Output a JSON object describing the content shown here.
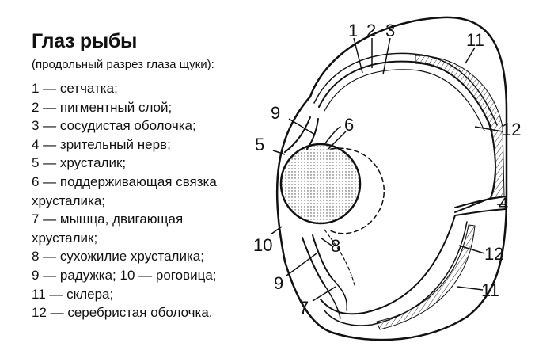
{
  "legend": {
    "title": "Глаз рыбы",
    "subtitle": "(продольный разрез глаза щуки):",
    "items": [
      "1 — сетчатка;",
      "2 — пигментный слой;",
      "3 — сосудистая оболочка;",
      "4 — зрительный нерв;",
      "5 — хрусталик;",
      "6 — поддерживающая связка",
      "хрусталика;",
      "7 — мышца, двигающая",
      "хрусталик;",
      "8 — сухожилие хрусталика;",
      "9 — радужка; 10 — роговица;",
      "11 — склера;",
      "12 — серебристая оболочка."
    ]
  },
  "callouts": [
    "1",
    "2",
    "3",
    "11",
    "9",
    "6",
    "5",
    "12",
    "4",
    "10",
    "8",
    "12",
    "9",
    "11",
    "7"
  ]
}
